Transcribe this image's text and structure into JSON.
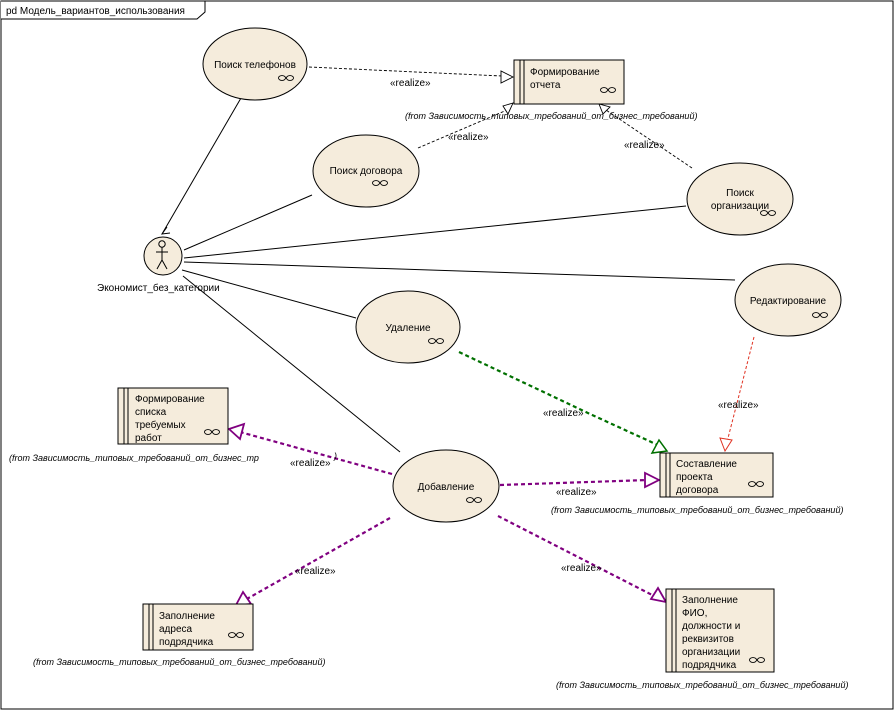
{
  "frame": {
    "title": "pd Модель_вариантов_использования"
  },
  "actor": {
    "name": "Экономист_без_категории"
  },
  "use_cases": {
    "poisk_telefonov": "Поиск телефонов",
    "poisk_dogovora": "Поиск договора",
    "poisk_organizacii": [
      "Поиск",
      "организации"
    ],
    "redaktirovanie": "Редактирование",
    "udalenie": "Удаление",
    "dobavlenie": "Добавление"
  },
  "requirements": {
    "formirovanie_otcheta": [
      "Формирование",
      "отчета"
    ],
    "formirovanie_spiska": [
      "Формирование",
      "списка",
      "требуемых",
      "работ"
    ],
    "sostavlenie_proekta": [
      "Составление",
      "проекта",
      "договора"
    ],
    "zapolnenie_adresa": [
      "Заполнение",
      "адреса",
      "подрядчика"
    ],
    "zapolnenie_fio": [
      "Заполнение",
      "ФИО,",
      "должности и",
      "реквизитов",
      "организации",
      "подрядчика"
    ]
  },
  "from_notes": {
    "top": "(from Зависимость_типовых_требований_от_бизнес_требований)",
    "left": "(from Зависимость_типовых_требований_от_бизнес_тр",
    "left_tail": ")",
    "mid_right": "(from Зависимость_типовых_требований_от_бизнес_требований)",
    "bottom_left": "(from Зависимость_типовых_требований_от_бизнес_требований)",
    "bottom_right": "(from Зависимость_типовых_требований_от_бизнес_требований)"
  },
  "relation_label": "«realize»",
  "colors": {
    "background": "#ffffff",
    "shape_fill": "#f5ecdc",
    "green_realize": "#007000",
    "red_realize": "#e03020",
    "purple_realize": "#800080",
    "black": "#000000"
  }
}
